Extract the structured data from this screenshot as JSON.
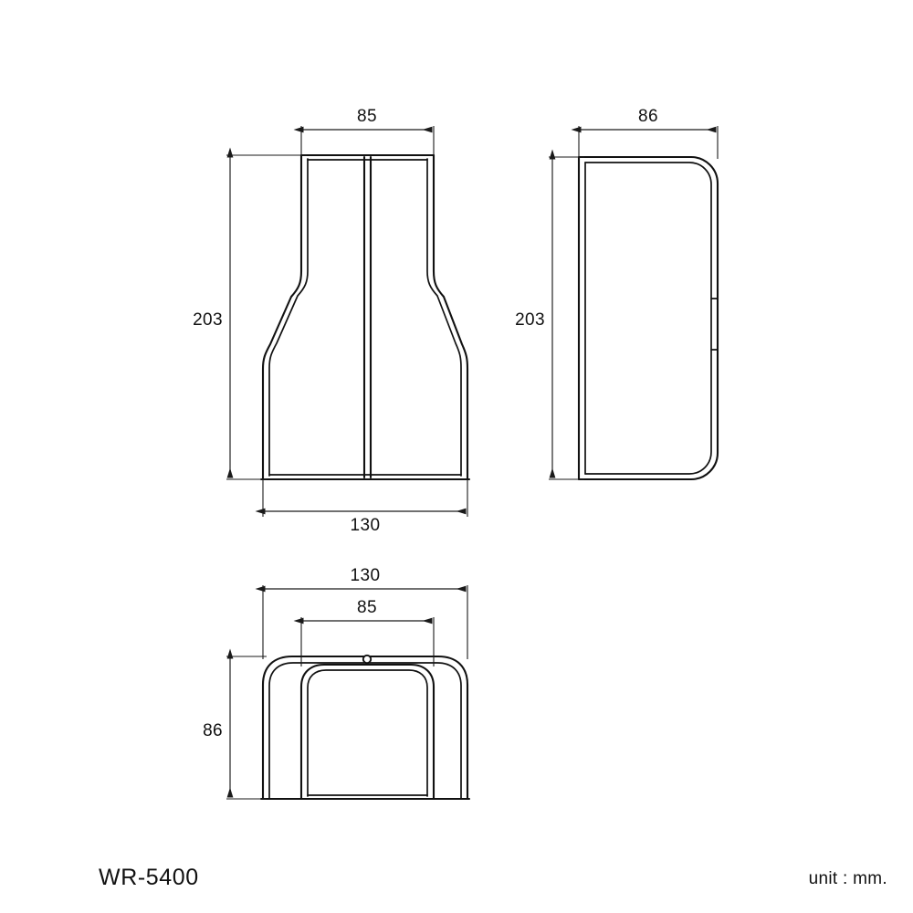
{
  "drawing": {
    "part_number": "WR-5400",
    "unit_note": "unit : mm.",
    "background_color": "#ffffff",
    "line_color": "#111111",
    "dimension_color": "#1a1a1a"
  },
  "views": {
    "front": {
      "name": "front-view",
      "dimensions": {
        "top_width": "85",
        "bottom_width": "130",
        "height": "203"
      }
    },
    "side": {
      "name": "side-view",
      "dimensions": {
        "width": "86",
        "height": "203"
      }
    },
    "top": {
      "name": "top-view",
      "dimensions": {
        "outer_width": "130",
        "inner_width": "85",
        "depth": "86"
      }
    }
  },
  "dimension_labels": {
    "front_top_width": "85",
    "front_height": "203",
    "front_bottom_width": "130",
    "side_width": "86",
    "side_height": "203",
    "top_outer_width": "130",
    "top_inner_width": "85",
    "top_depth": "86"
  }
}
